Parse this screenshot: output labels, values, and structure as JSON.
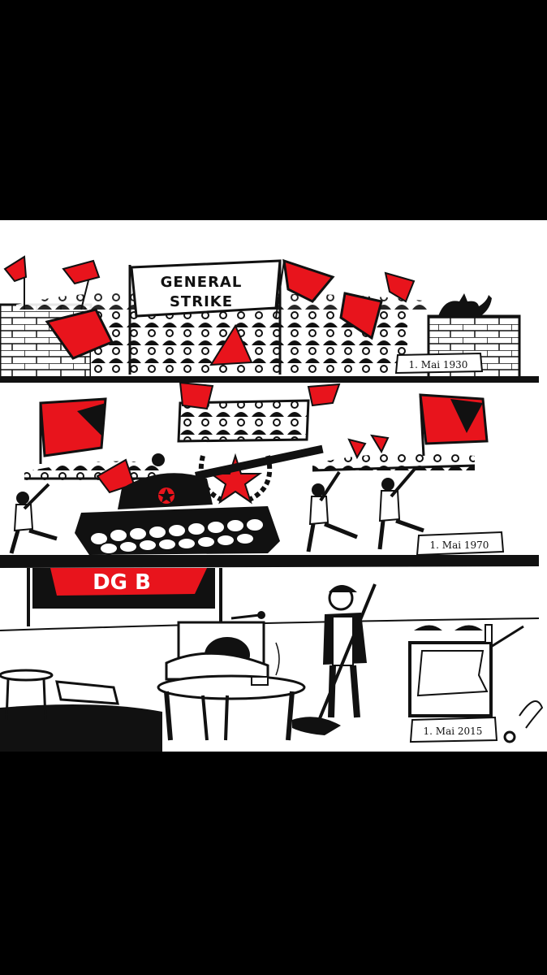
{
  "colors": {
    "background": "#000000",
    "paper": "#ffffff",
    "ink": "#111111",
    "flag_red": "#e8141c"
  },
  "panels": [
    {
      "name": "panel-1930",
      "banner": [
        "GENERAL",
        "STRIKE"
      ],
      "date_label": "1. Mai 1930"
    },
    {
      "name": "panel-1970",
      "date_label": "1. Mai 1970",
      "icons": [
        "tank-icon",
        "red-star-icon",
        "flag-icon"
      ]
    },
    {
      "name": "panel-2015",
      "sign": "DG B",
      "date_label": "1. Mai 2015",
      "icons": [
        "microphone-icon",
        "mop-icon",
        "cart-icon"
      ]
    }
  ]
}
